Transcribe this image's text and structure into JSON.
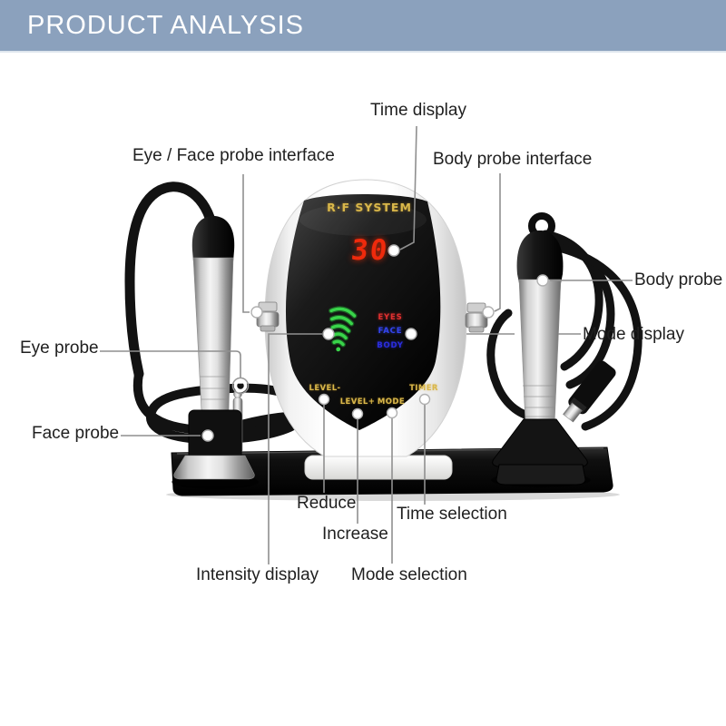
{
  "header": {
    "title": "PRODUCT ANALYSIS",
    "bg_color": "#8ba1bd",
    "text_color": "#ffffff"
  },
  "device": {
    "brand": "R·F SYSTEM",
    "display_value": "30",
    "mode_indicators": [
      {
        "label": "EYES",
        "color": "#e03030"
      },
      {
        "label": "FACE",
        "color": "#3344ee"
      },
      {
        "label": "BODY",
        "color": "#2b2de0"
      }
    ],
    "buttons": [
      {
        "label": "LEVEL-"
      },
      {
        "label": "LEVEL+"
      },
      {
        "label": "MODE"
      },
      {
        "label": "TIMER"
      }
    ],
    "accent_gold": "#d9b74a",
    "display_red": "#ef2a0c",
    "signal_green": "#39d44a"
  },
  "callouts": {
    "time_display": "Time display",
    "eye_face_probe_interface": "Eye / Face probe interface",
    "body_probe_interface": "Body probe interface",
    "body_probe": "Body probe",
    "mode_display": "Mode display",
    "eye_probe": "Eye probe",
    "face_probe": "Face probe",
    "reduce": "Reduce",
    "increase": "Increase",
    "time_selection": "Time selection",
    "intensity_display": "Intensity display",
    "mode_selection": "Mode selection"
  }
}
